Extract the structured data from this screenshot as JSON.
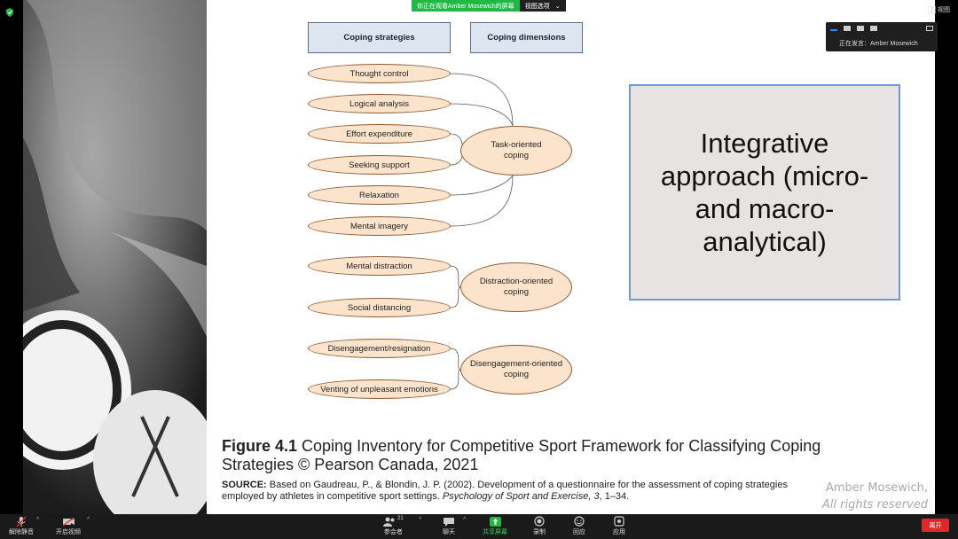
{
  "banner": {
    "viewing": "你正在观看Amber Mosewich的屏幕",
    "view_options": "视图选项",
    "view_options_caret": "⌄"
  },
  "top_right": {
    "view_label": "视图"
  },
  "speaker_panel": {
    "label": "正在发言：Amber Mosewich"
  },
  "slide": {
    "headers": {
      "strategies": "Coping strategies",
      "dimensions": "Coping dimensions"
    },
    "strategies": [
      "Thought control",
      "Logical analysis",
      "Effort expenditure",
      "Seeking support",
      "Relaxation",
      "Mental imagery",
      "Mental distraction",
      "Social distancing",
      "Disengagement/resignation",
      "Venting of unpleasant emotions"
    ],
    "dimensions": [
      "Task-oriented\ncoping",
      "Distraction-oriented\ncoping",
      "Disengagement-oriented\ncoping"
    ],
    "integrative_box": "Integrative approach (micro- and macro-analytical)",
    "caption_bold": "Figure 4.1",
    "caption_text": " Coping Inventory for Competitive Sport Framework for Classifying Coping Strategies  © Pearson Canada, 2021",
    "source_label": "SOURCE:",
    "source_text": " Based on Gaudreau, P., & Blondin, J. P. (2002). Development of a questionnaire for the assessment of coping strategies employed by athletes in competitive sport settings. ",
    "source_journal": "Psychology of Sport and Exercise, 3",
    "source_pages": ", 1–34.",
    "watermark_line1": "Amber Mosewich,",
    "watermark_line2": "All rights reserved"
  },
  "toolbar": {
    "unmute": "解除静音",
    "start_video": "开启视频",
    "participants": "参会者",
    "participants_count": "21",
    "chat": "聊天",
    "share_screen": "共享屏幕",
    "record": "录制",
    "reactions": "回应",
    "apps": "应用",
    "leave": "离开",
    "caret": "^"
  },
  "colors": {
    "accent_green": "#23b844",
    "leave_red": "#e02828",
    "oval_fill": "#fbe3cc",
    "header_fill": "#dde6f0",
    "integrative_border": "#6e9bd6"
  }
}
